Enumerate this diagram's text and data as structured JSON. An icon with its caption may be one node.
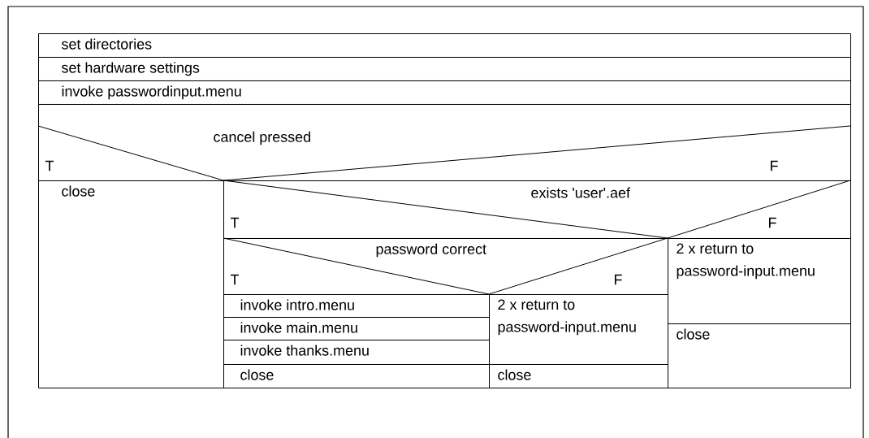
{
  "diagram": {
    "nodes": [
      {
        "text": [
          "set directories"
        ]
      },
      {
        "text": [
          "set hardware settings"
        ]
      },
      {
        "text": [
          "invoke passwordinput.menu"
        ]
      },
      {
        "text": [
          "cancel pressed",
          "T",
          "F"
        ]
      },
      {
        "text": [
          "close"
        ]
      },
      {
        "text": [
          "exists 'user'.aef",
          "T",
          "F"
        ]
      },
      {
        "text": [
          "password correct",
          "T",
          "F"
        ]
      },
      {
        "text": [
          "invoke intro.menu"
        ]
      },
      {
        "text": [
          "invoke main.menu"
        ]
      },
      {
        "text": [
          "invoke thanks.menu"
        ]
      },
      {
        "text": [
          "close"
        ]
      },
      {
        "text": [
          "2 x return to password-input.menu"
        ]
      },
      {
        "text": [
          "close"
        ]
      },
      {
        "text": [
          "2 x return to password-input.menu"
        ]
      },
      {
        "text": [
          "close"
        ]
      }
    ]
  }
}
